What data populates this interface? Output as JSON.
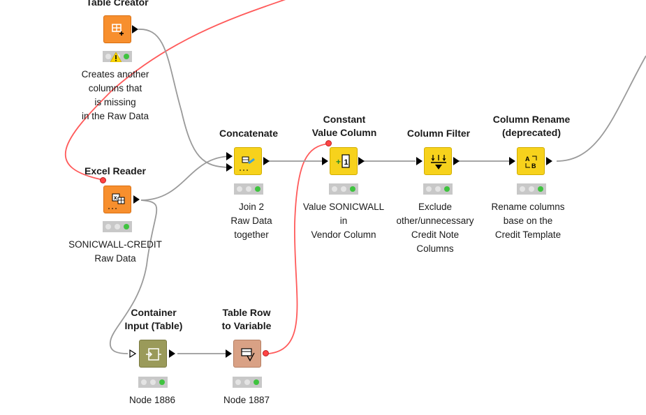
{
  "nodes": {
    "table_creator": {
      "title": "Table Creator",
      "annotation": [
        "Creates another",
        "columns that",
        "is missing",
        "in the Raw Data"
      ],
      "color": "#f78f2e",
      "icon": "table-plus-icon"
    },
    "excel_reader": {
      "title": "Excel Reader",
      "annotation": [
        "SONICWALL-CREDIT",
        "Raw Data"
      ],
      "color": "#f78f2e",
      "icon": "excel-reader-icon"
    },
    "concatenate": {
      "title": "Concatenate",
      "annotation": [
        "Join 2",
        "Raw Data",
        "together"
      ],
      "color": "#f7d21c",
      "icon": "concatenate-icon"
    },
    "constant_value_column": {
      "title_line1": "Constant",
      "title_line2": "Value Column",
      "annotation": [
        "Value SONICWALL",
        "in",
        "Vendor Column"
      ],
      "color": "#f7d21c",
      "icon": "constant-column-icon"
    },
    "column_filter": {
      "title": "Column Filter",
      "annotation": [
        "Exclude",
        "other/unnecessary",
        "Credit Note",
        "Columns"
      ],
      "color": "#f7d21c",
      "icon": "column-filter-icon"
    },
    "column_rename": {
      "title_line1": "Column Rename",
      "title_line2": "(deprecated)",
      "annotation": [
        "Rename columns",
        "base on the",
        "Credit Template"
      ],
      "color": "#f7d21c",
      "icon": "column-rename-icon"
    },
    "container_input": {
      "title_line1": "Container",
      "title_line2": "Input (Table)",
      "annotation": [
        "Node 1886"
      ],
      "color": "#9a9a5a",
      "icon": "container-input-icon"
    },
    "table_row_to_variable": {
      "title_line1": "Table Row",
      "title_line2": "to Variable",
      "annotation": [
        "Node 1887"
      ],
      "color": "#d9a185",
      "icon": "row-to-variable-icon"
    }
  },
  "colors": {
    "data_connection": "#9a9a9a",
    "variable_connection": "#ff5a5a",
    "status_green": "#3fc33f",
    "status_grey": "#e4e4e4",
    "status_bg": "#c8c8c8",
    "warning": "#ffd700"
  }
}
